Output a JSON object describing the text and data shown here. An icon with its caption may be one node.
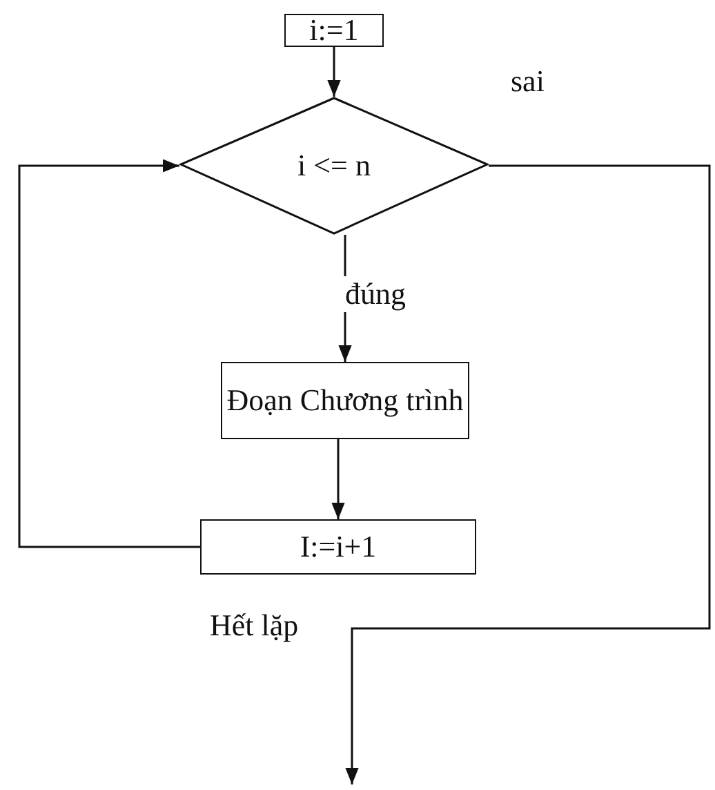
{
  "diagram": {
    "nodes": [
      {
        "text": [
          "i:=1"
        ]
      },
      {
        "text": [
          "i <= n"
        ]
      },
      {
        "text": [
          "Đoạn Chương trình"
        ]
      },
      {
        "text": [
          "I:=i+1"
        ]
      }
    ],
    "edges": [
      {
        "from": 0,
        "to": 1,
        "arrow": "to"
      },
      {
        "from": 1,
        "to": 2,
        "arrow": "to",
        "label": "đúng"
      },
      {
        "from": 2,
        "to": 3,
        "arrow": "to"
      },
      {
        "from": 3,
        "to": 1,
        "arrow": "to"
      },
      {
        "from": 1,
        "to": null,
        "arrow": "to",
        "label": "sai"
      }
    ],
    "labels": [
      "Hết lặp"
    ]
  }
}
